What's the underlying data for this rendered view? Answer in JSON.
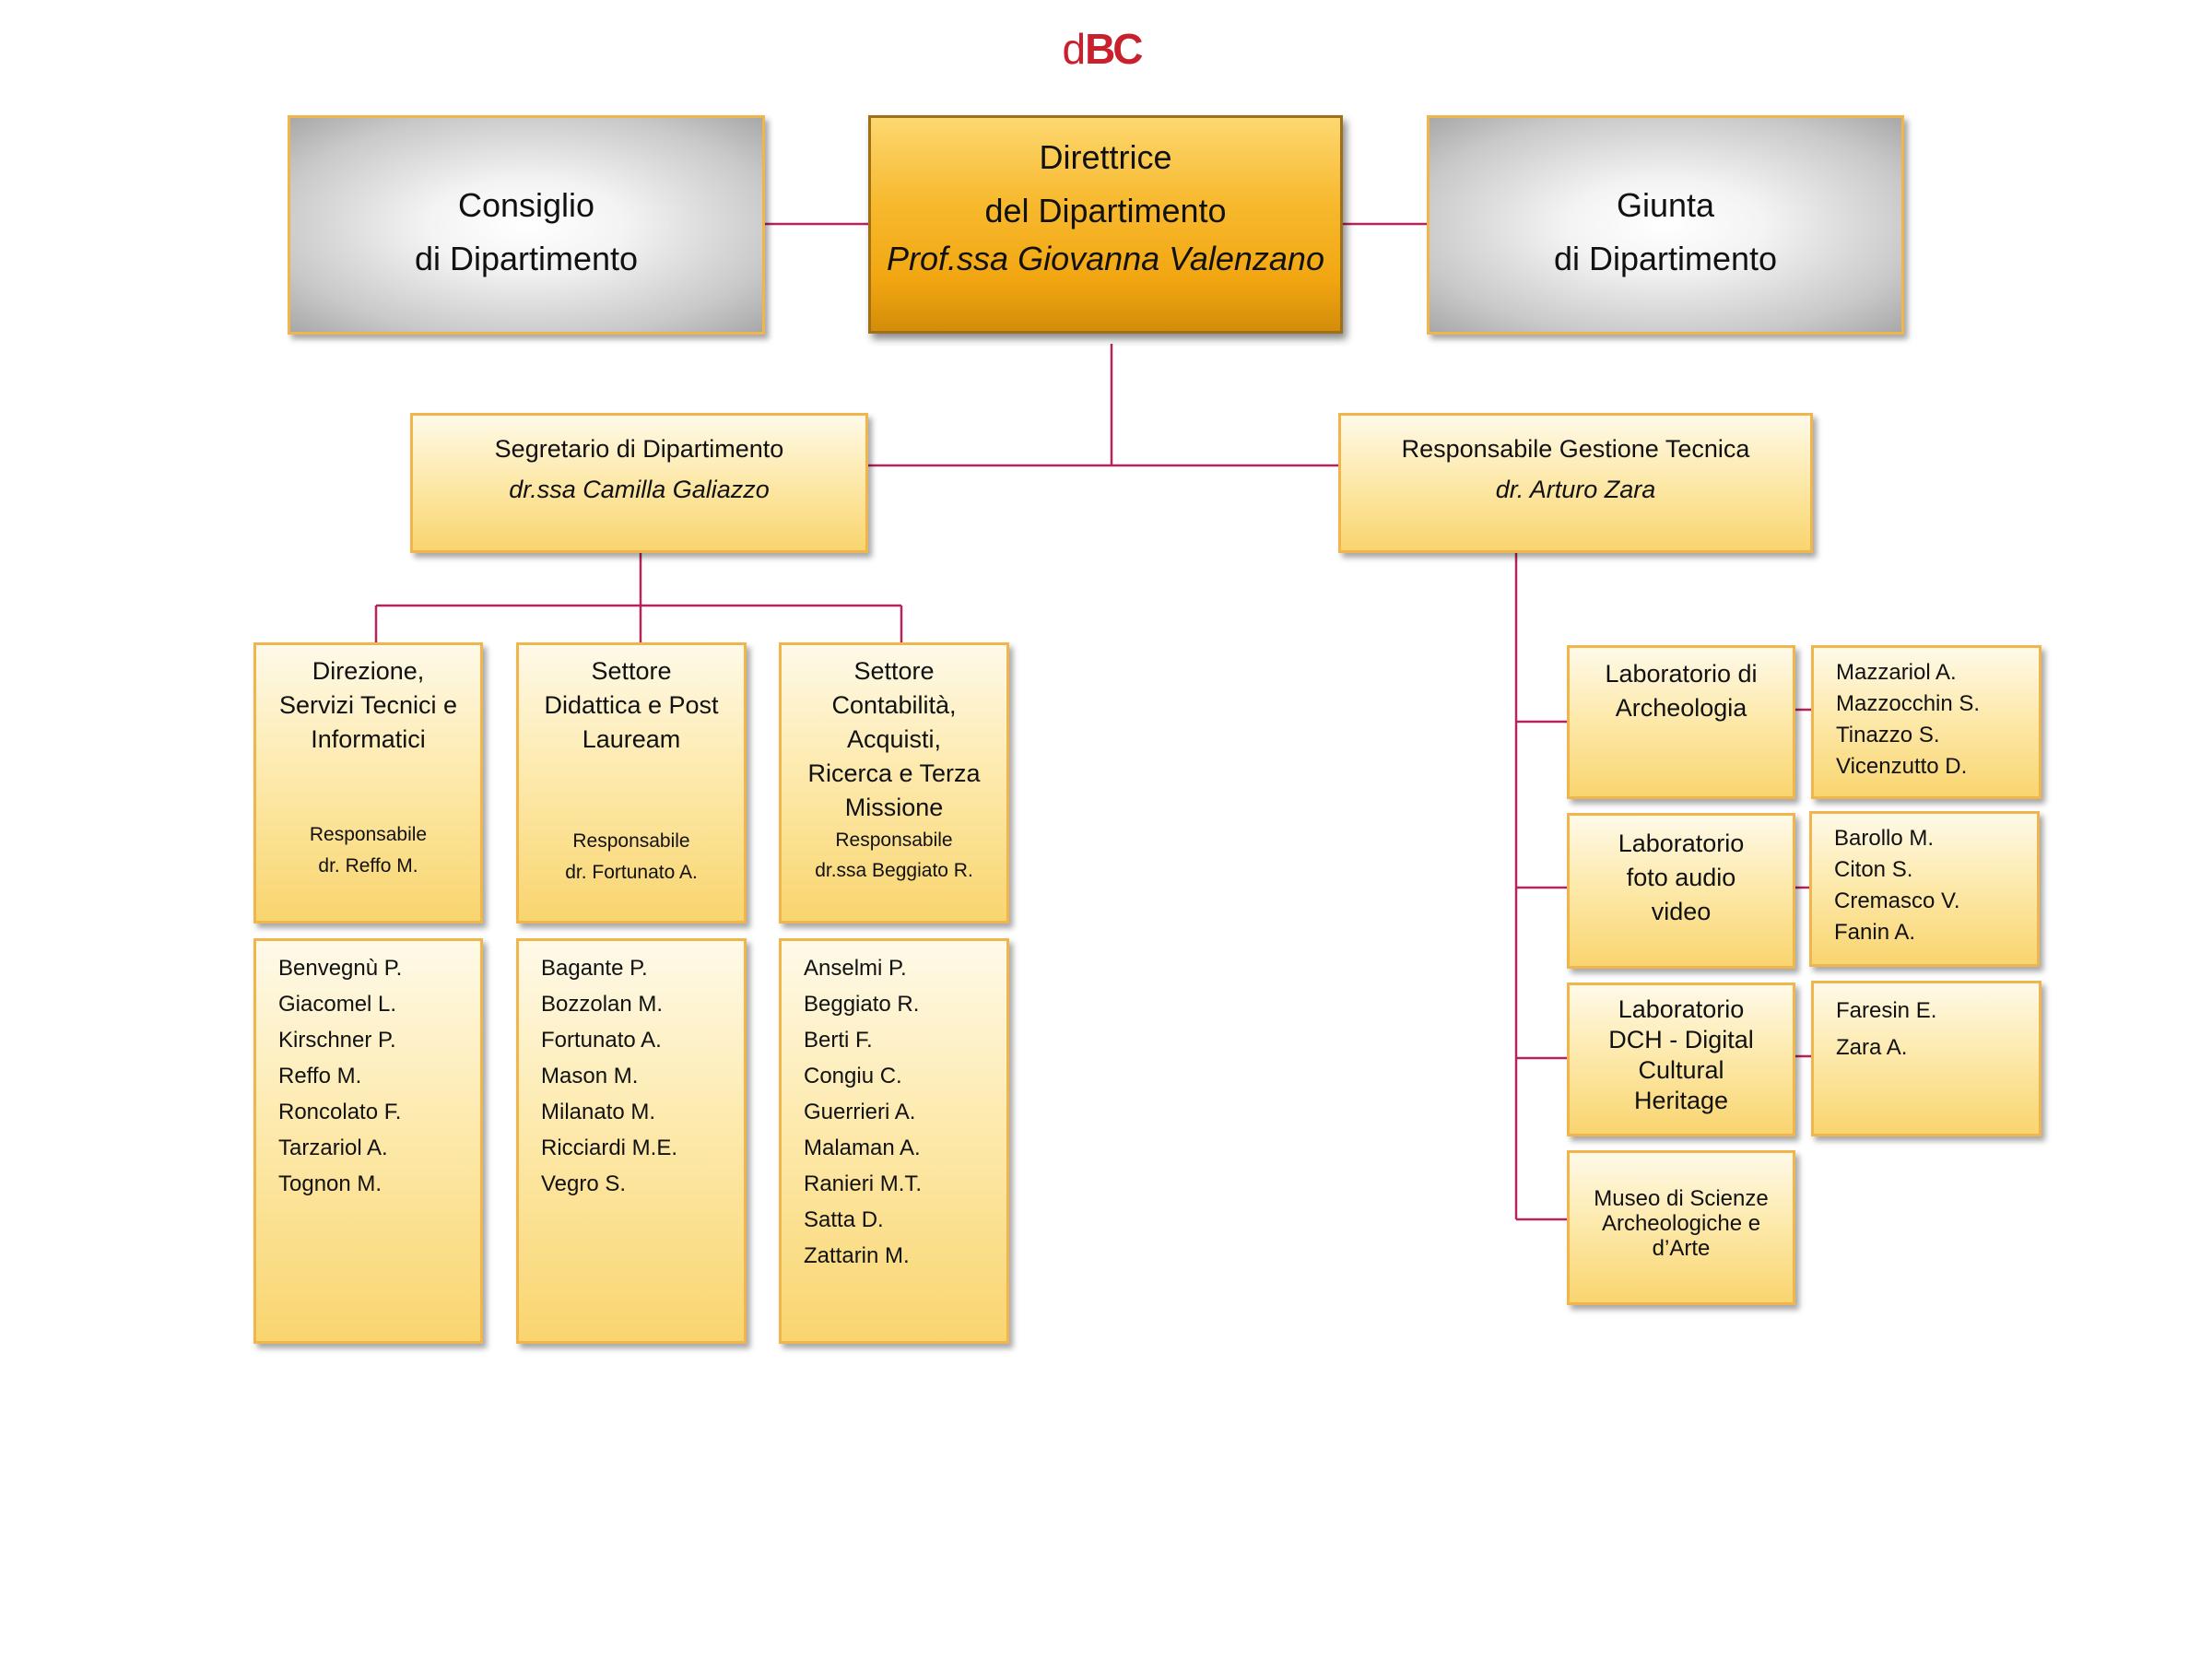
{
  "logo": {
    "prefix": "d",
    "suffix": "BC"
  },
  "council": {
    "line1": "Consiglio",
    "line2": "di Dipartimento"
  },
  "director": {
    "line1": "Direttrice",
    "line2": "del Dipartimento",
    "name": "Prof.ssa Giovanna Valenzano"
  },
  "board": {
    "line1": "Giunta",
    "line2": "di Dipartimento"
  },
  "secretary": {
    "title": "Segretario di Dipartimento",
    "name": "dr.ssa Camilla Galiazzo"
  },
  "technical": {
    "title": "Responsabile Gestione Tecnica",
    "name": "dr. Arturo Zara"
  },
  "sectors": [
    {
      "lines": [
        "Direzione,",
        "Servizi Tecnici e",
        "Informatici"
      ],
      "resp_label": "Responsabile",
      "resp_name": "dr. Reffo M.",
      "members": [
        "Benvegnù P.",
        "Giacomel L.",
        "Kirschner P.",
        "Reffo M.",
        "Roncolato F.",
        "Tarzariol A.",
        "Tognon M."
      ]
    },
    {
      "lines": [
        "Settore",
        "Didattica e Post",
        "Lauream"
      ],
      "resp_label": "Responsabile",
      "resp_name": "dr. Fortunato A.",
      "members": [
        "Bagante P.",
        "Bozzolan M.",
        "Fortunato A.",
        "Mason M.",
        "Milanato M.",
        "Ricciardi M.E.",
        "Vegro S."
      ]
    },
    {
      "lines": [
        "Settore",
        "Contabilità,",
        "Acquisti,",
        "Ricerca e Terza",
        "Missione"
      ],
      "resp_label": "Responsabile",
      "resp_name": "dr.ssa Beggiato R.",
      "members": [
        "Anselmi P.",
        "Beggiato R.",
        "Berti F.",
        "Congiu C.",
        "Guerrieri A.",
        "Malaman A.",
        "Ranieri M.T.",
        "Satta D.",
        "Zattarin M."
      ]
    }
  ],
  "labs": [
    {
      "lines": [
        "Laboratorio di",
        "Archeologia"
      ],
      "members": [
        "Mazzariol A.",
        "Mazzocchin S.",
        "Tinazzo S.",
        "Vicenzutto D."
      ]
    },
    {
      "lines": [
        "Laboratorio",
        "foto audio",
        "video"
      ],
      "members": [
        "Barollo M.",
        "Citon S.",
        "Cremasco V.",
        "Fanin A."
      ]
    },
    {
      "lines": [
        "Laboratorio",
        "DCH - Digital",
        "Cultural",
        "Heritage"
      ],
      "members": [
        "Faresin E.",
        "Zara A."
      ]
    },
    {
      "lines": [
        "Museo di Scienze",
        "Archeologiche e",
        "d’Arte"
      ]
    }
  ],
  "colors": {
    "connector": "#b5245c",
    "border": "#f0b54d",
    "logo": "#c8202c"
  }
}
